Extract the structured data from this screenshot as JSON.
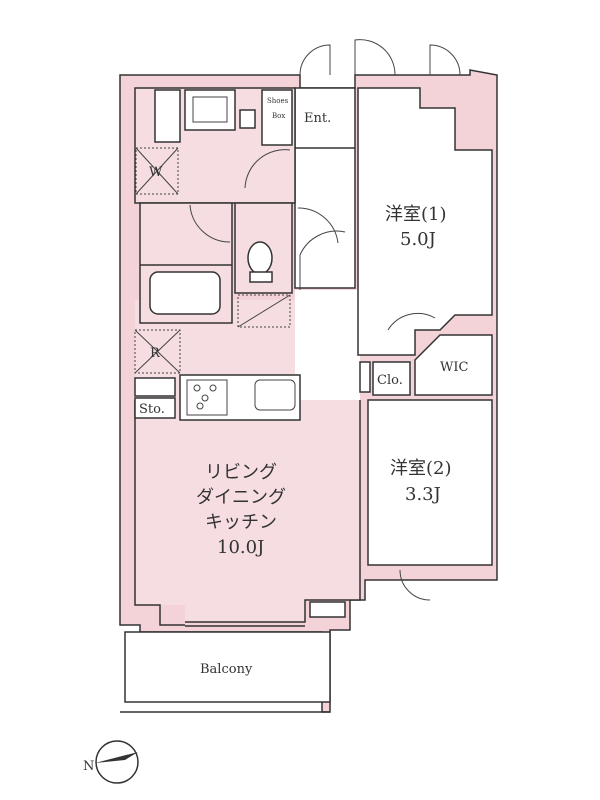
{
  "floorplan": {
    "rooms": {
      "western1": {
        "name": "洋室(1)",
        "size": "5.0J"
      },
      "western2": {
        "name": "洋室(2)",
        "size": "3.3J"
      },
      "ldk": {
        "line1": "リビング",
        "line2": "ダイニング",
        "line3": "キッチン",
        "size": "10.0J"
      },
      "wic": "WIC",
      "closet": "Clo.",
      "storage": "Sto.",
      "entrance": "Ent.",
      "shoes_box_line1": "Shoes",
      "shoes_box_line2": "Box",
      "washer": "W",
      "fridge": "R",
      "balcony": "Balcony"
    },
    "compass": {
      "north": "N"
    },
    "colors": {
      "wall_fill": "#f3d3d8",
      "interior_fill": "#f6dde1",
      "line": "#333333"
    }
  }
}
